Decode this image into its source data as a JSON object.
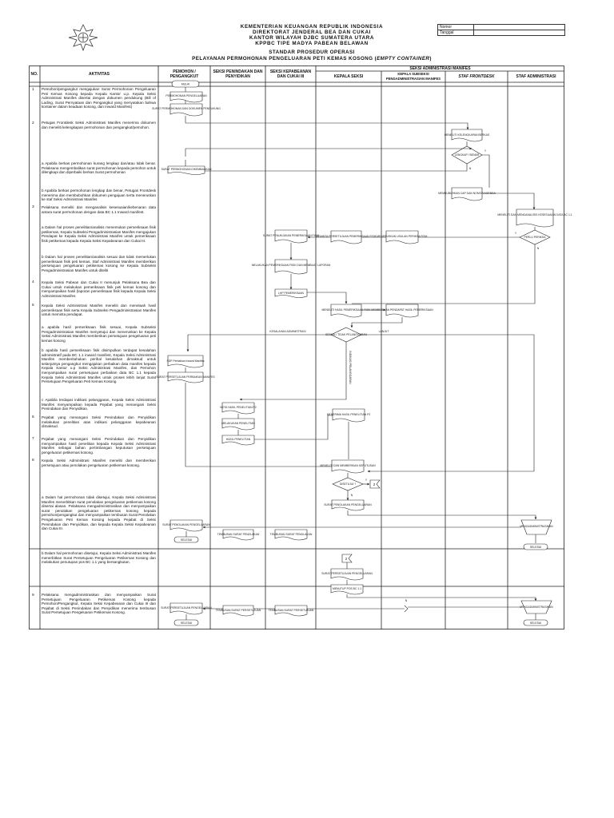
{
  "header": {
    "line1": "KEMENTERIAN KEUANGAN REPUBLIK INDONESIA",
    "line2": "DIREKTORAT JENDERAL BEA DAN CUKAI",
    "line3": "KANTOR WILAYAH DJBC SUMATERA UTARA",
    "line4": "KPPBC TIPE MADYA PABEAN BELAWAN",
    "meta_nomor": "Nomor",
    "meta_tanggal": "Tanggal"
  },
  "sop": {
    "title": "STANDAR PROSEDUR OPERASI",
    "subtitle_main": "PELAYANAN PERMOHONAN PENGELUARAN PETI KEMAS KOSONG (",
    "subtitle_em": "EMPTY CONTAINER",
    "subtitle_end": ")"
  },
  "columns": {
    "no": "NO.",
    "aktivitas": "AKTIVITAS",
    "pemohon": "PEMOHON / PENGANGKUT",
    "p2": "SEKSI PENINDAKAN DAN PENYIDIKAN",
    "kbc": "SEKSI KEPABEANAN DAN CUKAI III",
    "manifes_group": "SEKSI ADMINISTRASI MANIFES",
    "kasi": "KEPALA SEKSI",
    "kasubsi": "KEPALA SUBSEKSI PENGADMINISTRASIAN MANIFES",
    "frontdesk": "STAF FRONTDESK",
    "staf": "STAF ADMINISTRASI"
  },
  "activities": [
    {
      "no": "1",
      "text": "Pemohon/pengangkut mengajukan Surat Permohonan Pengeluaran Peti Kemas Kosong kepada Kepala Kantor u.p. Kepala Seksi Administrasi Manifes disertai dengan dokumen pendukung (Bill of Lading, Surat Pernyataan dan Pengangkut yang menyatakan bahwa kontainer dalam keadaan kosong, dan Inward Manifest)"
    },
    {
      "no": "2",
      "text": "Petugas Frontdesk Seksi Administrasi Manifes menerima dokumen dan meneliti kelengkapan permohonan dan pengangkut/pemohon."
    },
    {
      "no": "",
      "text": "a  Apabila berkas permohonan kurang lengkap dan/atau tidak benar. Pelaksana mengembalikan surat permohonan kepada pemohon untuk dilengkapi dan diperbaiki berkas Surat permohonan"
    },
    {
      "no": "",
      "text": "b  Apabila berkas permohonan lengkap dan benar, Petugas Frontdesk menerima dan membubuhkan dokumen pengajuan serta meneruskan ke staf Seksi Administrasi Manifes"
    },
    {
      "no": "3",
      "text": "Pelaksana meneliti dan menganalisis kesesuaian/kebenaran data antara surat permohonan dengan data BC 1.1 Inward manifest."
    },
    {
      "no": "",
      "text": "a  Dalam hal proses penelitian/analisis menemukan pemeriksaan fisik petikemas, Kepala Subseksi Pengadministrasian Manifes mengajukan Pendapat ke Kepala Seksi Administrasi Manifes untuk pemeriksaan fisik petikemas kepada Kepala Seksi Kepabeanan dan Cukai III."
    },
    {
      "no": "",
      "text": "b  Dalam hal proses penelitian/analisis sesuai dan tidak memerlukan pemeriksaan fisik peti kemas, Staf Administrasi Manifes memberikan persetujuan pengeluaran petikemas kosong ke Kepala Subseksi Pengadministrasian Manifes untuk diteliti"
    },
    {
      "no": "4",
      "text": "Kepala Seksi Pabean dan Cukai II menunjuk Pelaksana Bea dan Cukai untuk melakukan pemeriksaan fisik peti kemas kosong dan menyampaikan hasil (laporan pemeriksaan fisik kepada Kepala Seksi Administrasi Manifes"
    },
    {
      "no": "5",
      "text": "Kepala Seksi Administrasi Manifes meneliti dan menelaah hasil pemeriksaan fisik serta Kepala Subseksi Pengadministrasian Manifes untuk meminta pendapat."
    },
    {
      "no": "",
      "text": "a  apabila hasil pemeriksaan fisik sesuai, Kepala Subseksi Pengadministrasian Manifes menyetujui dan meneruskan ke Kepala Seksi Administrasi Manifes memberikan persetujuan pengeluaran peti kemas kosong"
    },
    {
      "no": "",
      "text": "b  apabila hasil pemeriksaan fisik disimpulkan terdapat kesalahan administratif pada BC 1.1 inward manifest, Kepala Seksi Administrasi Manifes memberitahukan perihal kesalahan dimaksud untuk selanjutnya pengangkut mengajukan perbaikan data manifes kepada Kepala Kantor u.p Seksi Administrasi Manifes, dan Pemohon menyampaikan surat persetujuan perbaikan data BC 1.1 kepada Kepala Seksi Administrasi Manifes untuk proses lebih lanjut Surat Persetujuan Pengeluaran Peti Kemas Kosong"
    },
    {
      "no": "",
      "text": "c  Apabila terdapat indikasi pelanggaran, Kepala Seksi Administrasi Manifes menyampaikan kepada Pejabat yang menangani Seksi Penindakan dan Penyidikan."
    },
    {
      "no": "6",
      "text": "Pejabat yang menangani Seksi Penindakan dan Penyidikan melakukan penelitian atas indikasi pelanggaran kepabeanan dimaksud."
    },
    {
      "no": "7",
      "text": "Pejabat yang menangani Seksi Penindakan dan Penyidikan menyampaikan hasil penelitian kepada Kepala Seksi Administrasi Manifes sebagai bahan pertimbangan keputusan persetujuan pengeluaran petikemas kosong."
    },
    {
      "no": "8",
      "text": "Kepala Seksi Administrasi Manifes meneliti dan memberikan persetujuan atau penolakan pengeluaran petikemas kosong."
    },
    {
      "no": "",
      "text": "a  Dalam hal permohonan tidak disetujui, Kepala Seksi Administrasi Manifes menerbitkan surat penolakan pengeluaran petikemas kosong disertai alasan. Pelaksana mengadministrasikan dan menyampaikan surat penolakan pengeluaran petikemas kosong kepada pemohon/pengangkut dan menyampaikan tembusan Surat Penolakan Pengeluaran Peti Kemas Kosong kepada Pejabat di Seksi Penindakan dan Penyidikan, dan kepada Kepala Seksi Kepabeanan dan Cukai III."
    },
    {
      "no": "",
      "text": "b  Dalam hal permohonan disetujui, Kepala Seksi Administrasi Manifes menerbitkan Surat Persetujuan Pengeluaran Petikemas Kosong dan melakukan penutupan pos BC 1.1 yang bersangkutan."
    },
    {
      "no": "9",
      "text": "Pelaksana mengadministrasikan dan menyampaikan Surat Persetujuan Pengeluaran Petikemas Kosong kepada Pemohon/Pengangkut, Kepala Seksi Kepabeanan dan Cukai III dan Pejabat di Seksi Penindakan dan Penyidikan menerima tembusan Surat Persetujuan Pengeluaran Petikemas Kosong."
    }
  ],
  "flow": {
    "mulai": "MULAI",
    "selesai": "SELESAI",
    "lengkap": "LENGKAP / BENAR",
    "y": "Y",
    "n": "N",
    "pemohon_doc1": "PERMOHONAN PENGELUARAN",
    "pemohon_doc2": "SURAT PERMOHONAN DAN DOKUMEN PENDUKUNG",
    "frontdesk_meneliti": "MENELITI KELENGKAPAN BERKAS",
    "frontdesk_kembali": "SURAT PERMOHONAN DIKEMBALIKAN",
    "frontdesk_terima": "MEMBUBUHKAN CAP DAN NOMOR AGENDA",
    "staf_meneliti": "MENELITI DAN MENGANALISIS KESESUAIAN DATA BC 1.1",
    "periksa": "PERLU PERIKSA",
    "kbc_tunjuk": "SURAT PENUNJUKAN PEMERIKSAAN FISIK",
    "kbc_laporan": "MELAKUKAN PEMERIKSAAN FISIK DAN MEMBUAT LAPORAN",
    "kbc_lhp": "LHP PEMERIKSAAN",
    "kasi_pendapat": "MEMINTA PERSETUJUAN PEMERIKSAAN FISIK",
    "kasubsi_pendapat": "MENERUSKAN USULAN PERIKSA FISIK",
    "kasi_teliti": "MENELITI HASIL PEMERIKSAAN FISIK",
    "kasubsi_teliti": "MEMBERIKAN PENDAPAT HASIL PEMERIKSAAN",
    "sesuai": "SESUAI / TIDAK PELANGGARAN",
    "kesalahan_adm": "KESALAHAN ADMINISTRASI",
    "lanjut": "LANJUT",
    "indikasi": "INDIKASI PELANGGARAN",
    "sdp": "SDP Perbaikan Inward Manifes",
    "surat_persetujuan_perbaikan": "SURAT PERSETUJUAN PERBAIKAN MANIFES",
    "p2_nota": "NOTA HASIL PENELITIAN P2",
    "p2_meneliti": "MELAKUKAN PENELITIAN",
    "p2_hasil": "HASIL PENELITIAN",
    "kasi_terima_hasil": "MENERIMA HASIL PENELITIAN P2",
    "kasi_keputusan": "MENELITI DAN MEMBERIKAN KEPUTUSAN",
    "disetujui": "DISETUJUI ?",
    "penolakan": "SURAT PENOLAKAN PENGELUARAN",
    "admin_tolak": "MENGADMINISTRASIKAN",
    "tembusan_tolak_p2": "TEMBUSAN SURAT PENOLAKAN",
    "tembusan_tolak_kbc": "TEMBUSAN SURAT PENOLAKAN",
    "pemohon_tolak": "SURAT PENOLAKAN PENGELUARAN",
    "persetujuan": "SURAT PERSETUJUAN PENGELUARAN",
    "tutup_pos": "MENUTUP POS BC 1.1",
    "admin_setuju": "MENGADMINISTRASIKAN",
    "pemohon_setuju": "SURAT PERSETUJUAN PENGELUARAN",
    "tembusan_setuju_p2": "TEMBUSAN SURAT PERSETUJUAN",
    "tembusan_setuju_kbc": "TEMBUSAN SURAT PERSETUJUAN",
    "conn2": "2"
  }
}
